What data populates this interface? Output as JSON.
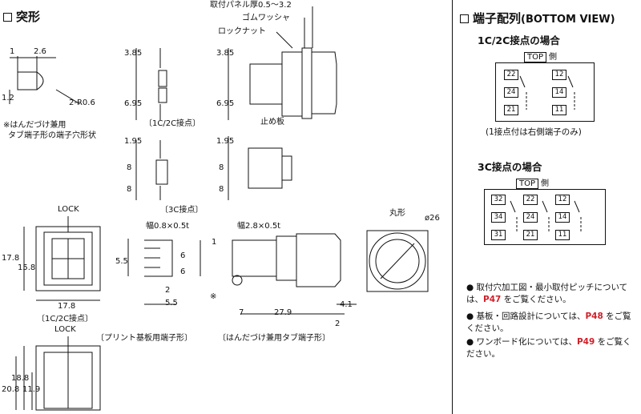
{
  "left": {
    "heading": "突形",
    "dims": {
      "d2_6": "2.6",
      "d1": "1",
      "d1_2": "1.2",
      "r06": "2-R0.6",
      "d3_85a": "3.85",
      "d6_95a": "6.95",
      "d3_85b": "3.85",
      "d6_95b": "6.95",
      "d1_95a": "1.95",
      "d8a": "8",
      "d8b": "8",
      "d1_95b": "1.95",
      "d8c": "8",
      "d8d": "8",
      "d17_8v": "17.8",
      "d15_8": "15.8",
      "d17_8h": "17.8",
      "d5_5v": "5.5",
      "d1s": "1",
      "d2": "2",
      "d5_5h": "5.5",
      "d6a": "6",
      "d6b": "6",
      "d1c": "1",
      "d7": "7",
      "d27_9": "27.9",
      "d4_1": "4.1",
      "d2b": "2",
      "d20_8": "20.8",
      "d18_8": "18.8",
      "d11_9": "11.9",
      "d26": "ø26"
    },
    "notes": {
      "tab_hole_line1": "※はんだづけ兼用",
      "tab_hole_line2": "タブ端子形の端子穴形状",
      "panel": "取付パネル厚0.5～3.2",
      "rubber": "ゴムワッシャ",
      "locknut": "ロックナット",
      "stopper": "止め板",
      "contact_1c2c_a": "〔1C/2C接点〕",
      "contact_3c": "〔3C接点〕",
      "contact_1c2c_b": "〔1C/2C接点〕",
      "lock_a": "LOCK",
      "lock_b": "LOCK",
      "width08": "幅0.8×0.5t",
      "width28": "幅2.8×0.5t",
      "round": "丸形",
      "asterisk": "※",
      "pcb": "〔プリント基板用端子形〕",
      "solder": "〔はんだづけ兼用タブ端子形〕"
    }
  },
  "right": {
    "heading": "端子配列",
    "heading_sub": "(BOTTOM VIEW)",
    "section1": "1C/2C接点の場合",
    "section2": "3C接点の場合",
    "top_label": "TOP",
    "side": "側",
    "note1c": "(1接点付は右側端子のみ)",
    "pins1": [
      "22",
      "24",
      "21",
      "12",
      "14",
      "11"
    ],
    "pins3": [
      "32",
      "34",
      "31",
      "22",
      "24",
      "21",
      "12",
      "14",
      "11"
    ],
    "bullets": [
      {
        "pre": "取付穴加工図・最小取付ピッチについては、",
        "ref": "P47",
        "post": "をご覧ください。"
      },
      {
        "pre": "基板・回路設計については、",
        "ref": "P48",
        "post": "をご覧ください。"
      },
      {
        "pre": "ワンボード化については、",
        "ref": "P49",
        "post": "をご覧ください。"
      }
    ]
  }
}
